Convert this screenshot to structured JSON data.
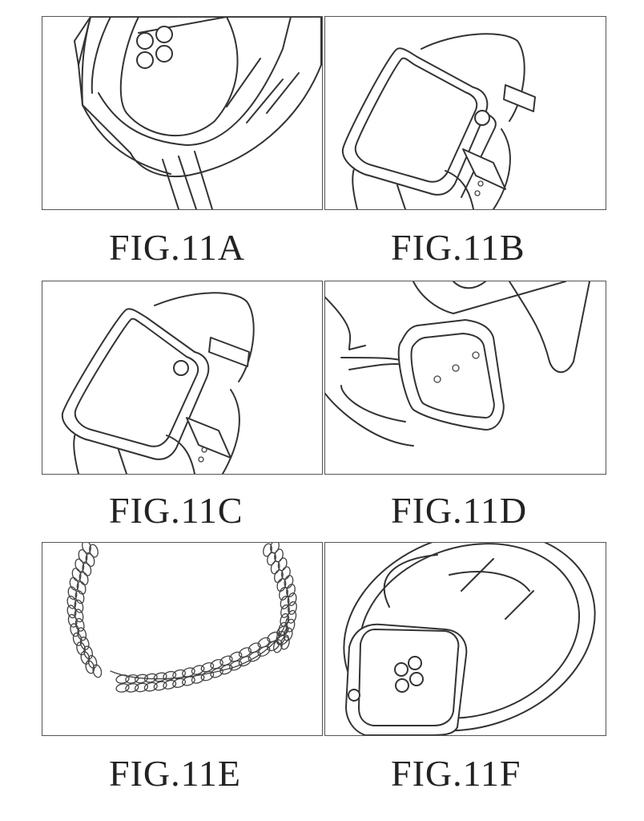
{
  "figures": [
    {
      "label": "FIG.11A",
      "icon": "watch-back-sensor-icon"
    },
    {
      "label": "FIG.11B",
      "icon": "watch-buckle-band-icon"
    },
    {
      "label": "FIG.11C",
      "icon": "watch-buckle-band-icon"
    },
    {
      "label": "FIG.11D",
      "icon": "watch-buckle-closeup-icon"
    },
    {
      "label": "FIG.11E",
      "icon": "link-bracelet-icon"
    },
    {
      "label": "FIG.11F",
      "icon": "watch-back-loop-band-icon"
    }
  ]
}
